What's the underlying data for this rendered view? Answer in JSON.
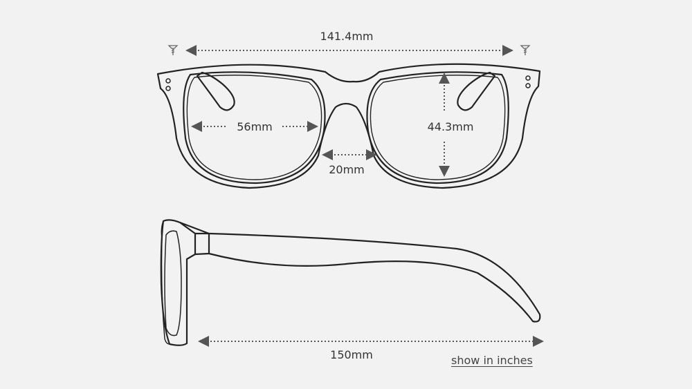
{
  "measurements": {
    "frame_width": "141.4mm",
    "lens_width": "56mm",
    "lens_height": "44.3mm",
    "bridge_width": "20mm",
    "temple_length": "150mm"
  },
  "units_toggle_label": "show in inches",
  "colors": {
    "background": "#f2f2f2",
    "line": "#222222",
    "arrow": "#555555"
  },
  "icons": [
    "screw-icon",
    "screw-icon"
  ]
}
